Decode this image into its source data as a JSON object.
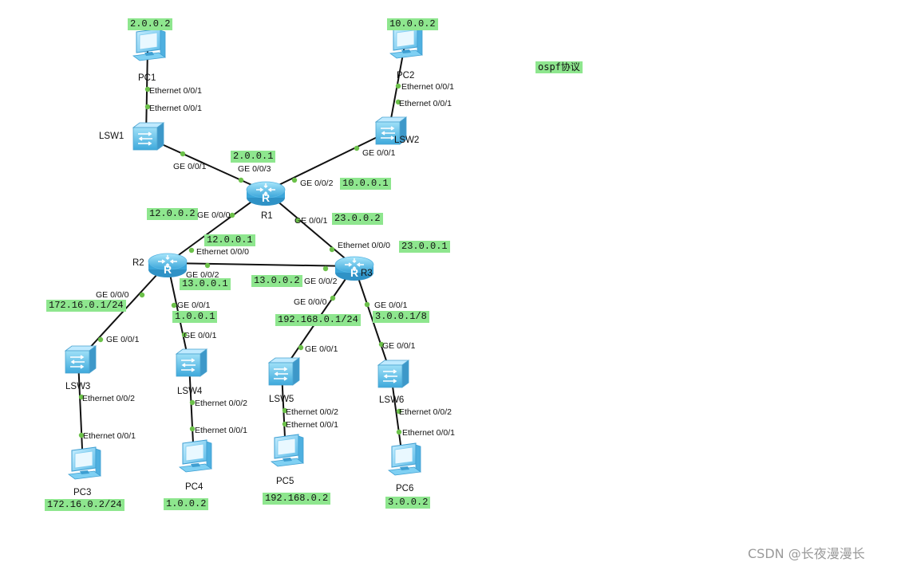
{
  "note": "ospf协议",
  "watermark": "CSDN @长夜漫漫长",
  "devices": {
    "pc1": "PC1",
    "pc2": "PC2",
    "pc3": "PC3",
    "pc4": "PC4",
    "pc5": "PC5",
    "pc6": "PC6",
    "lsw1": "LSW1",
    "lsw2": "LSW2",
    "lsw3": "LSW3",
    "lsw4": "LSW4",
    "lsw5": "LSW5",
    "lsw6": "LSW6",
    "r1": "R1",
    "r2": "R2",
    "r3": "R3"
  },
  "ips": {
    "pc1": "2.0.0.2",
    "pc2": "10.0.0.2",
    "r1_g3": "2.0.0.1",
    "r1_g2": "10.0.0.1",
    "r1_g0": "12.0.0.2",
    "r1_g1": "23.0.0.2",
    "r2_e0": "12.0.0.1",
    "r3_e0": "23.0.0.1",
    "r2_g2": "13.0.0.1",
    "r3_g2": "13.0.0.2",
    "r2_g0": "172.16.0.1/24",
    "r2_g1": "1.0.0.1",
    "r3_g0": "192.168.0.1/24",
    "r3_g1": "3.0.0.1/8",
    "pc3": "172.16.0.2/24",
    "pc4": "1.0.0.2",
    "pc5": "192.168.0.2",
    "pc6": "3.0.0.2"
  },
  "ports": {
    "pc1_e1": "Ethernet 0/0/1",
    "lsw1_e1": "Ethernet 0/0/1",
    "pc2_e1": "Ethernet 0/0/1",
    "lsw2_e1": "Ethernet 0/0/1",
    "lsw1_g1": "GE 0/0/1",
    "r1_g3": "GE 0/0/3",
    "lsw2_g1": "GE 0/0/1",
    "r1_g2": "GE 0/0/2",
    "r1_g0": "GE 0/0/0",
    "r1_g1": "GE 0/0/1",
    "r2_e0": "Ethernet 0/0/0",
    "r3_e0": "Ethernet 0/0/0",
    "r2_g2": "GE 0/0/2",
    "r3_g2": "GE 0/0/2",
    "r2_g0": "GE 0/0/0",
    "lsw3_g1": "GE 0/0/1",
    "r2_g1": "GE 0/0/1",
    "lsw4_g1": "GE 0/0/1",
    "r3_g0": "GE 0/0/0",
    "lsw5_g1": "GE 0/0/1",
    "r3_g1": "GE 0/0/1",
    "lsw6_g1": "GE 0/0/1",
    "lsw3_e2": "Ethernet 0/0/2",
    "pc3_e1": "Ethernet 0/0/1",
    "lsw4_e2": "Ethernet 0/0/2",
    "pc4_e1": "Ethernet 0/0/1",
    "lsw5_e2": "Ethernet 0/0/2",
    "pc5_e1": "Ethernet 0/0/1",
    "lsw6_e2": "Ethernet 0/0/2",
    "pc6_e1": "Ethernet 0/0/1"
  },
  "colors": {
    "highlight": "#8ee68e",
    "device_blue": "#62c4ee",
    "link": "#111111",
    "port_dot": "#6cc14a"
  },
  "icons": {
    "pc": "pc-icon",
    "switch": "switch-icon",
    "router": "router-icon"
  }
}
